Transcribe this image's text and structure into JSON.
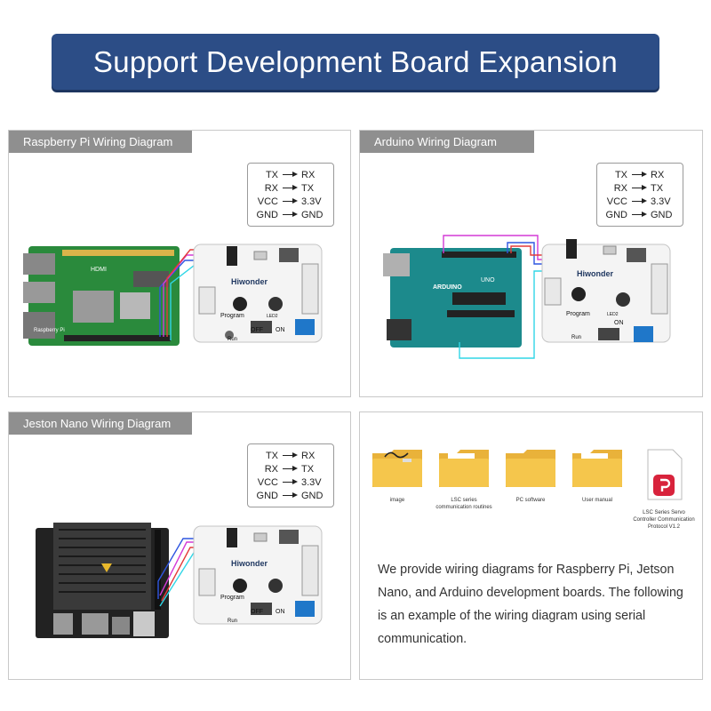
{
  "banner": {
    "title": "Support Development Board Expansion"
  },
  "colors": {
    "banner_bg": "#2c4d86",
    "panel_title_bg": "#8f8f8f",
    "folder_yellow": "#f5c64c",
    "wire_tx": "#2f56e0",
    "wire_rx": "#d43ad6",
    "wire_vcc": "#e33a3a",
    "wire_gnd": "#30d6e6"
  },
  "legend": {
    "rows": [
      {
        "left": "TX",
        "right": "RX"
      },
      {
        "left": "RX",
        "right": "TX"
      },
      {
        "left": "VCC",
        "right": "3.3V"
      },
      {
        "left": "GND",
        "right": "GND"
      }
    ]
  },
  "panels": {
    "raspberry": {
      "title": "Raspberry Pi Wiring Diagram",
      "board_label": "HDMI",
      "board_text": "Raspberry Pi"
    },
    "arduino": {
      "title": "Arduino Wiring Diagram",
      "board_label": "ARDUINO",
      "board_model": "UNO"
    },
    "jetson": {
      "title": "Jeston Nano Wiring Diagram"
    },
    "controller": {
      "brand": "Hiwonder",
      "program_label": "Program",
      "run_label": "Run",
      "off_label": "OFF",
      "on_label": "ON",
      "led_label": "LED2"
    }
  },
  "files": {
    "items": [
      {
        "label": "image",
        "icon": "folder-image-icon"
      },
      {
        "label": "LSC series communication routines",
        "icon": "folder-icon"
      },
      {
        "label": "PC software",
        "icon": "folder-icon"
      },
      {
        "label": "User manual",
        "icon": "folder-icon"
      },
      {
        "label": "LSC Series Servo Controller Communication Protocol V1.2",
        "icon": "pdf-document-icon"
      }
    ],
    "description": "We provide wiring diagrams for Raspberry Pi, Jetson Nano, and Arduino development boards. The following is an example of the wiring diagram using serial communication."
  }
}
